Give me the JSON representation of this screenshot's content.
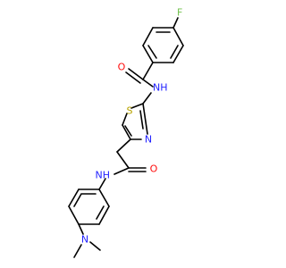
{
  "colors": {
    "bond": "#000000",
    "carbon": "#000000",
    "oxygen": "#ff0d0d",
    "nitrogen": "#2222ff",
    "sulfur": "#b8a400",
    "fluorine": "#6fc04a",
    "background": "#ffffff"
  },
  "atoms": {
    "fluorine": "F",
    "amide_oxygen_top": "O",
    "amide_nh_top": "NH",
    "thiazole_sulfur": "S",
    "thiazole_nitrogen": "N",
    "amide_oxygen_bottom": "O",
    "amide_nh_bottom": "NH",
    "dimethylamino_nitrogen": "N"
  }
}
